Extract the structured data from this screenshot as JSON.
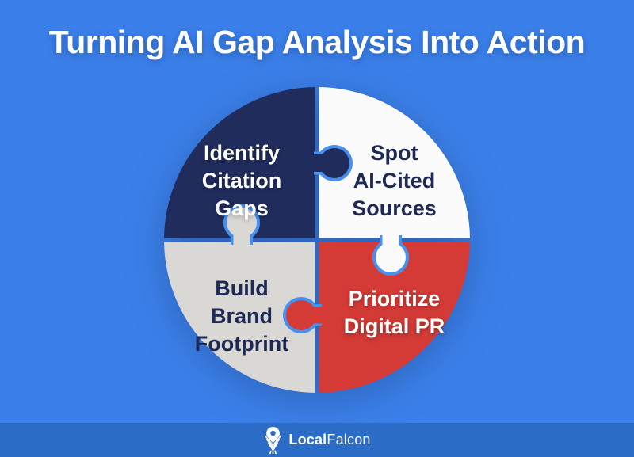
{
  "canvas": {
    "bg": "#3B80EA",
    "footer_bg": "#2A6CC6"
  },
  "title": {
    "text": "Turning AI Gap Analysis Into Action",
    "color": "#FFFFFF"
  },
  "puzzle": {
    "gap_color": "#4690F0",
    "quadrants": [
      {
        "id": "identify-citation-gaps",
        "position": "top-left",
        "label": "Identify\nCitation\nGaps",
        "color": "#202C5C",
        "text_color": "#FFFFFF"
      },
      {
        "id": "spot-ai-cited-sources",
        "position": "top-right",
        "label": "Spot\nAI-Cited\nSources",
        "color": "#FBFBFB",
        "text_color": "#1E2A55"
      },
      {
        "id": "build-brand-footprint",
        "position": "bottom-left",
        "label": "Build\nBrand\nFootprint",
        "color": "#D9D8D5",
        "text_color": "#1E2A55"
      },
      {
        "id": "prioritize-digital-pr",
        "position": "bottom-right",
        "label": "Prioritize\nDigital PR",
        "color": "#D43A36",
        "text_color": "#FFFFFF"
      }
    ]
  },
  "footer": {
    "icon": "localfalcon-pin-icon",
    "logo_bold": "Local",
    "logo_regular": "Falcon",
    "text_color": "#FFFFFF"
  }
}
